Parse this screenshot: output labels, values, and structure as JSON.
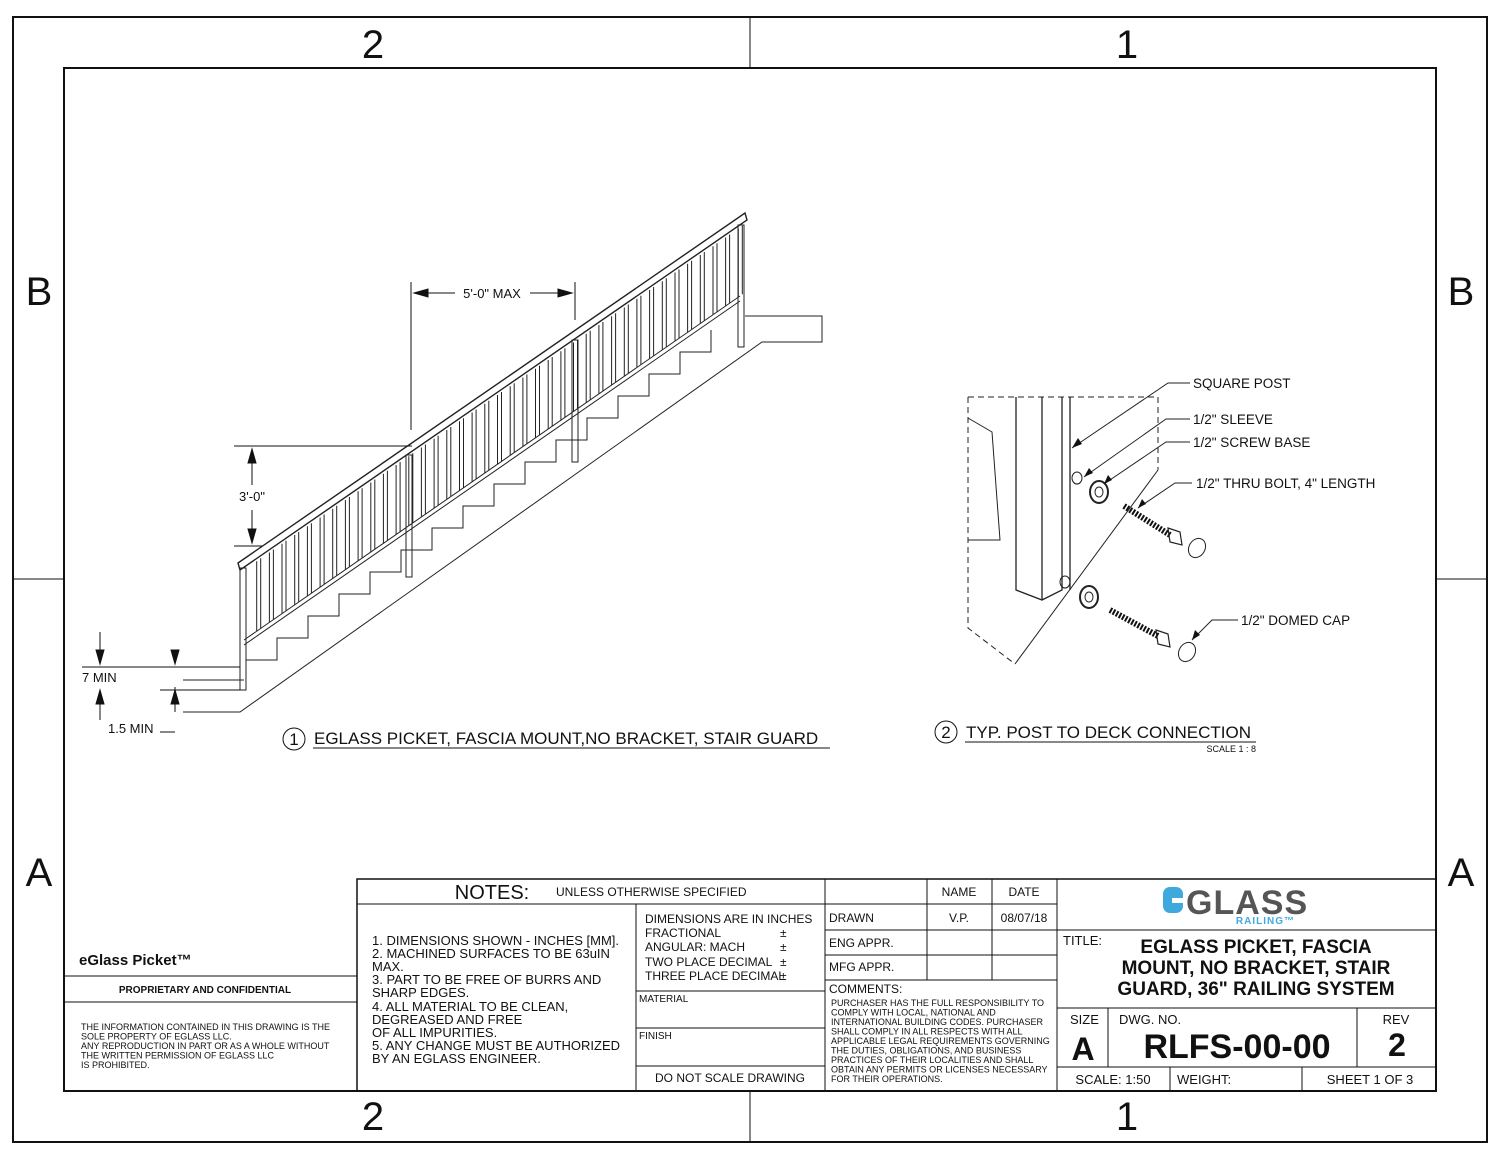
{
  "zones": {
    "top_left": "2",
    "top_right": "1",
    "bottom_left": "2",
    "bottom_right": "1",
    "left_upper": "B",
    "left_lower": "A",
    "right_upper": "B",
    "right_lower": "A"
  },
  "view1": {
    "number": "1",
    "caption": "EGLASS PICKET, FASCIA MOUNT,NO BRACKET, STAIR GUARD",
    "dims": {
      "post_spacing": "5'-0\" MAX",
      "height": "3'-0\"",
      "min_top": "7 MIN",
      "min_bottom": "1.5 MIN"
    }
  },
  "view2": {
    "number": "2",
    "caption": "TYP. POST TO DECK CONNECTION",
    "scale": "SCALE 1 : 8",
    "callouts": [
      "SQUARE POST",
      "1/2\" SLEEVE",
      "1/2\" SCREW BASE",
      "1/2\" THRU BOLT, 4\" LENGTH",
      "1/2\" DOMED CAP"
    ]
  },
  "company": {
    "product": "eGlass Picket™",
    "confidential_heading": "PROPRIETARY AND CONFIDENTIAL",
    "confidential_lines": [
      "THE INFORMATION CONTAINED IN THIS DRAWING IS THE",
      "SOLE PROPERTY OF EGLASS LLC.",
      "ANY REPRODUCTION IN PART OR AS A WHOLE WITHOUT",
      "THE WRITTEN PERMISSION OF EGLASS LLC",
      "IS PROHIBITED."
    ]
  },
  "notes": {
    "heading": "NOTES:",
    "subheading": "UNLESS OTHERWISE SPECIFIED",
    "lines": [
      "1. DIMENSIONS SHOWN - INCHES [MM].",
      "2. MACHINED SURFACES TO BE 63uIN",
      "MAX.",
      "3. PART TO BE FREE OF BURRS AND",
      "SHARP EDGES.",
      "4. ALL MATERIAL TO BE CLEAN,",
      "DEGREASED AND FREE",
      "OF ALL IMPURITIES.",
      "5. ANY CHANGE MUST BE AUTHORIZED",
      "BY AN EGLASS ENGINEER."
    ]
  },
  "tolerances": {
    "lines": [
      "DIMENSIONS ARE IN INCHES",
      "FRACTIONAL",
      "ANGULAR: MACH",
      "TWO PLACE DECIMAL",
      "THREE PLACE DECIMAL"
    ],
    "plus_minus": "±",
    "material": "MATERIAL",
    "finish": "FINISH",
    "do_not_scale": "DO NOT SCALE DRAWING"
  },
  "approvals": {
    "name_header": "NAME",
    "date_header": "DATE",
    "rows": [
      {
        "label": "DRAWN",
        "name": "V.P.",
        "date": "08/07/18"
      },
      {
        "label": "ENG APPR.",
        "name": "",
        "date": ""
      },
      {
        "label": "MFG APPR.",
        "name": "",
        "date": ""
      }
    ],
    "comments_label": "COMMENTS:",
    "comments_lines": [
      "PURCHASER HAS THE FULL RESPONSIBILITY TO",
      "COMPLY WITH LOCAL, NATIONAL AND",
      "INTERNATIONAL BUILDING CODES. PURCHASER",
      "SHALL COMPLY IN ALL RESPECTS WITH ALL",
      "APPLICABLE LEGAL REQUIREMENTS GOVERNING",
      "THE DUTIES, OBLIGATIONS, AND BUSINESS",
      "PRACTICES OF THEIR LOCALITIES AND SHALL",
      "OBTAIN ANY PERMITS OR LICENSES NECESSARY",
      "FOR THEIR OPERATIONS."
    ]
  },
  "title_block": {
    "logo_main": "GLASS",
    "logo_sub": "RAILING™",
    "logo_color": "#3fa9dd",
    "logo_text_color": "#555555",
    "title_label": "TITLE:",
    "title_lines": [
      "EGLASS PICKET, FASCIA",
      "MOUNT, NO BRACKET, STAIR",
      "GUARD, 36\" RAILING SYSTEM"
    ],
    "size_label": "SIZE",
    "size": "A",
    "dwg_label": "DWG.  NO.",
    "dwg_no": "RLFS-00-00",
    "rev_label": "REV",
    "rev": "2",
    "scale": "SCALE: 1:50",
    "weight": "WEIGHT:",
    "sheet": "SHEET 1 OF 3"
  }
}
